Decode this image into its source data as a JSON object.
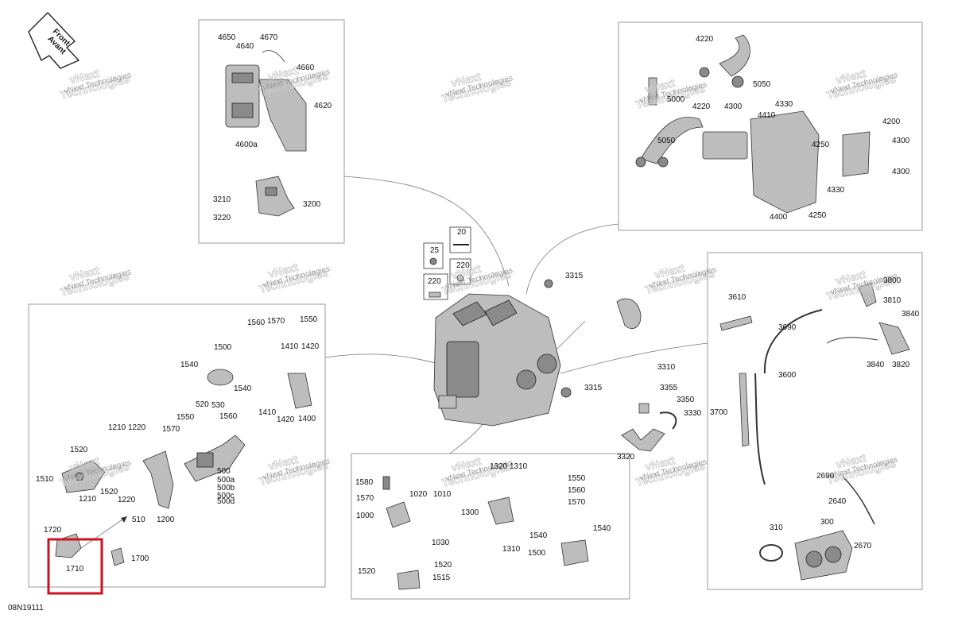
{
  "labels": [
    {
      "text": "Front\nAvant"
    },
    {
      "text": "4650"
    },
    {
      "text": "4670"
    },
    {
      "text": "4640"
    },
    {
      "text": "4660"
    },
    {
      "text": "4620"
    },
    {
      "text": "4600a"
    },
    {
      "text": "3210"
    },
    {
      "text": "3220"
    },
    {
      "text": "3200"
    },
    {
      "text": "4220"
    },
    {
      "text": "5050"
    },
    {
      "text": "5000"
    },
    {
      "text": "4220"
    },
    {
      "text": "4300"
    },
    {
      "text": "4330"
    },
    {
      "text": "4410"
    },
    {
      "text": "4200"
    },
    {
      "text": "5050"
    },
    {
      "text": "4250"
    },
    {
      "text": "4300"
    },
    {
      "text": "4300"
    },
    {
      "text": "4330"
    },
    {
      "text": "4400"
    },
    {
      "text": "4250"
    },
    {
      "text": "25"
    },
    {
      "text": "20"
    },
    {
      "text": "220"
    },
    {
      "text": "220"
    },
    {
      "text": "3315"
    },
    {
      "text": "3315"
    },
    {
      "text": "1560"
    },
    {
      "text": "1570"
    },
    {
      "text": "1550"
    },
    {
      "text": "1500"
    },
    {
      "text": "1410"
    },
    {
      "text": "1420"
    },
    {
      "text": "1540"
    },
    {
      "text": "1540"
    },
    {
      "text": "1410"
    },
    {
      "text": "1420"
    },
    {
      "text": "1400"
    },
    {
      "text": "520"
    },
    {
      "text": "530"
    },
    {
      "text": "1560"
    },
    {
      "text": "1550"
    },
    {
      "text": "1210"
    },
    {
      "text": "1220"
    },
    {
      "text": "1570"
    },
    {
      "text": "1520"
    },
    {
      "text": "1510"
    },
    {
      "text": "1210"
    },
    {
      "text": "1520"
    },
    {
      "text": "1220"
    },
    {
      "text": "510"
    },
    {
      "text": "1200"
    },
    {
      "text": "500"
    },
    {
      "text": "500a"
    },
    {
      "text": "500b"
    },
    {
      "text": "500c"
    },
    {
      "text": "500d"
    },
    {
      "text": "1720"
    },
    {
      "text": "1710"
    },
    {
      "text": "1700"
    },
    {
      "text": "1580"
    },
    {
      "text": "1570"
    },
    {
      "text": "1000"
    },
    {
      "text": "1020"
    },
    {
      "text": "1010"
    },
    {
      "text": "1030"
    },
    {
      "text": "1520"
    },
    {
      "text": "1515"
    },
    {
      "text": "1520"
    },
    {
      "text": "1320"
    },
    {
      "text": "1310"
    },
    {
      "text": "1550"
    },
    {
      "text": "1560"
    },
    {
      "text": "1570"
    },
    {
      "text": "1300"
    },
    {
      "text": "1540"
    },
    {
      "text": "1540"
    },
    {
      "text": "1310"
    },
    {
      "text": "1500"
    },
    {
      "text": "3310"
    },
    {
      "text": "3355"
    },
    {
      "text": "3350"
    },
    {
      "text": "3330"
    },
    {
      "text": "3320"
    },
    {
      "text": "3610"
    },
    {
      "text": "3690"
    },
    {
      "text": "3600"
    },
    {
      "text": "3700"
    },
    {
      "text": "3800"
    },
    {
      "text": "3810"
    },
    {
      "text": "3840"
    },
    {
      "text": "3840"
    },
    {
      "text": "3820"
    },
    {
      "text": "2690"
    },
    {
      "text": "2640"
    },
    {
      "text": "310"
    },
    {
      "text": "300"
    },
    {
      "text": "2670"
    }
  ],
  "watermark": {
    "line1": "vNext",
    "line2": "Technologies",
    "full": "vNext Technologies"
  },
  "drawing_number": "08N19111",
  "highlight_color": "#d0101c"
}
